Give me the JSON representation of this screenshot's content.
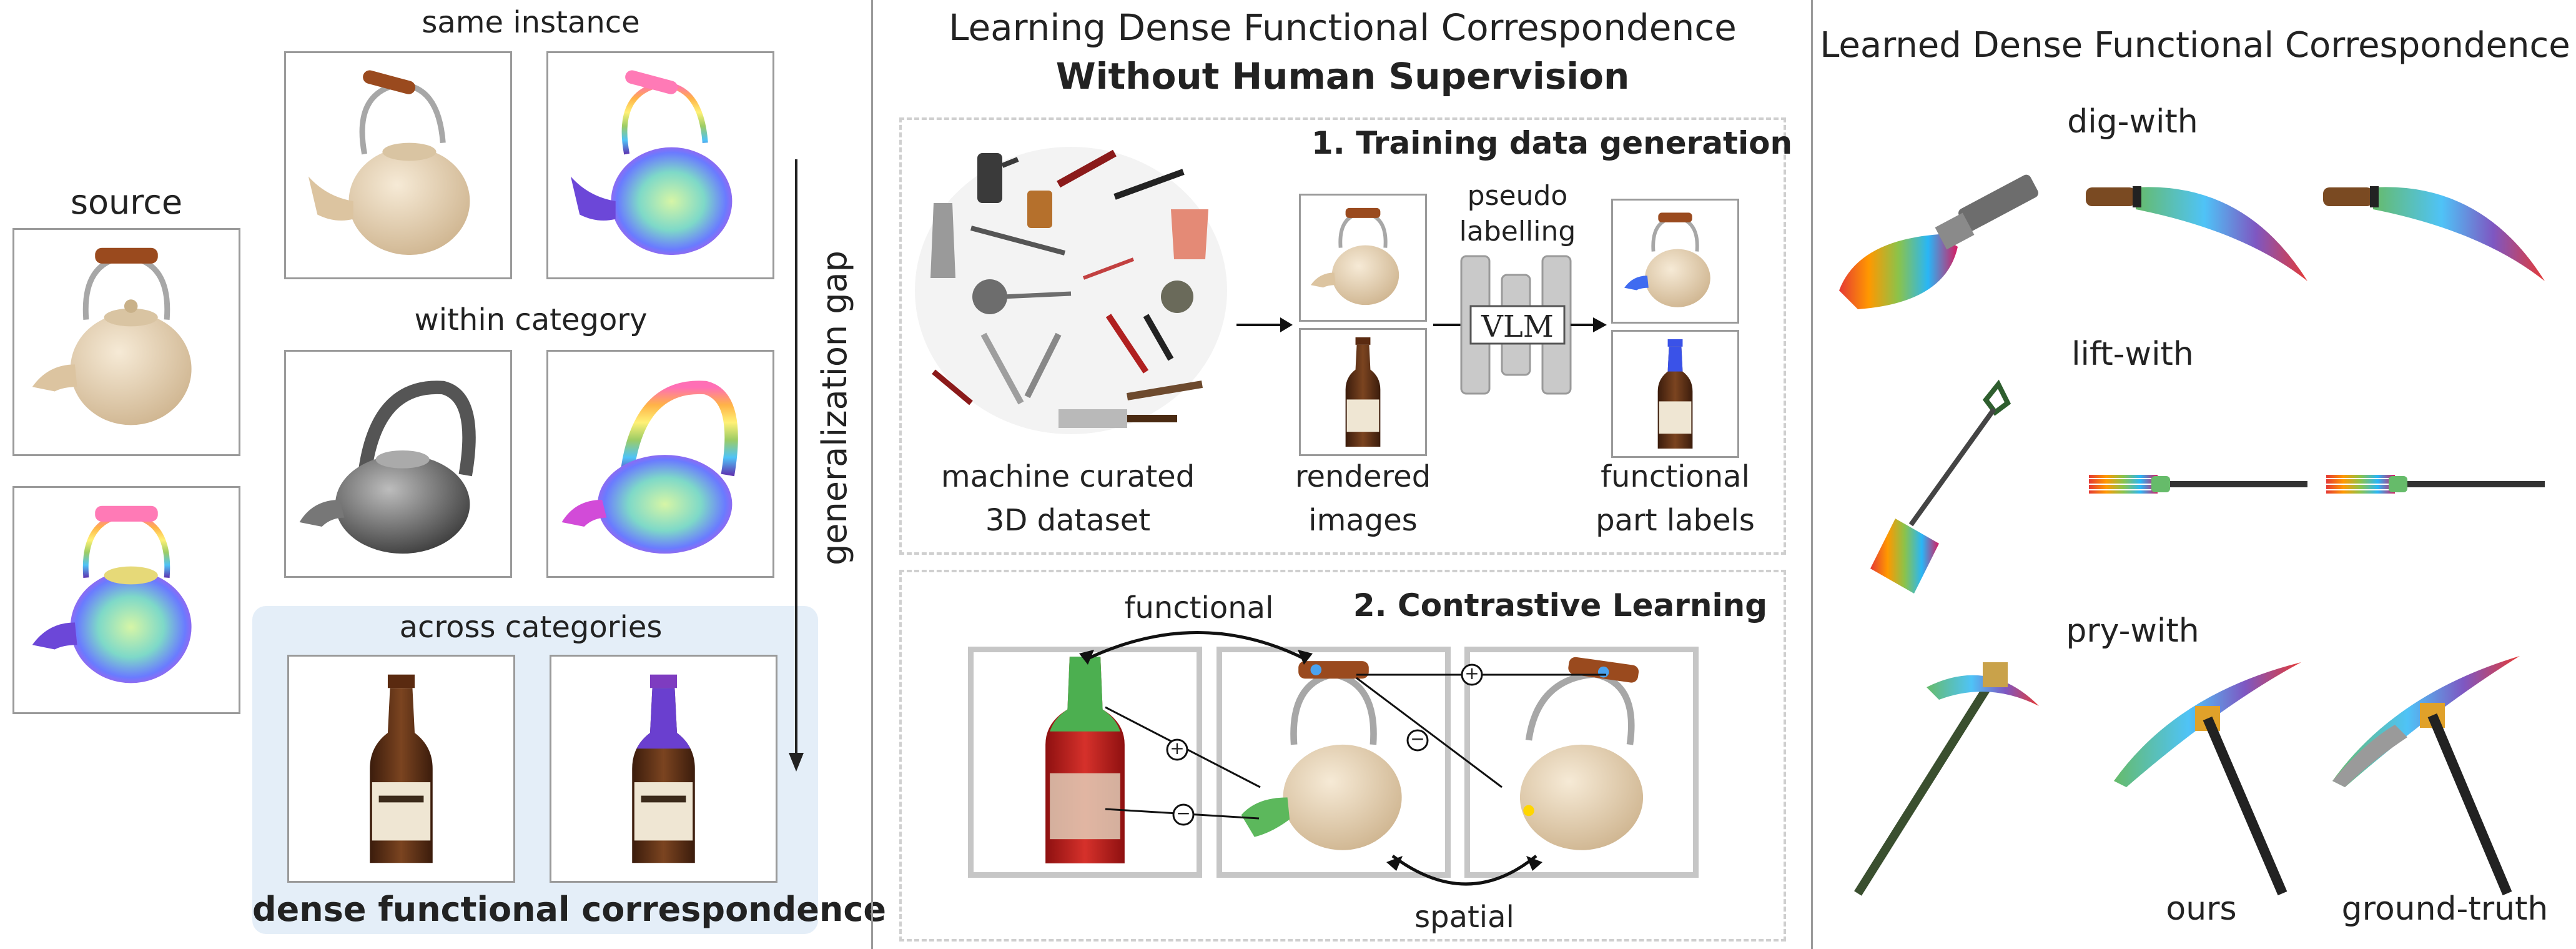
{
  "left": {
    "source_label": "source",
    "same_instance_label": "same instance",
    "within_category_label": "within category",
    "across_categories_label": "across categories",
    "gap_label": "generalization gap",
    "caption": "dense functional correspondence"
  },
  "middle": {
    "title_line1": "Learning Dense Functional Correspondence",
    "title_line2": "Without Human Supervision",
    "step1_title": "1. Training data generation",
    "dataset_label_line1": "machine curated",
    "dataset_label_line2": "3D dataset",
    "rendered_label_line1": "rendered",
    "rendered_label_line2": "images",
    "pseudo_label_line1": "pseudo",
    "pseudo_label_line2": "labelling",
    "vlm_label": "VLM",
    "labels_label_line1": "functional",
    "labels_label_line2": "part labels",
    "step2_title": "2. Contrastive Learning",
    "functional_label": "functional",
    "spatial_label": "spatial",
    "plus_symbol": "+",
    "minus_symbol": "−"
  },
  "right": {
    "title": "Learned Dense Functional Correspondence",
    "row1_label": "dig-with",
    "row2_label": "lift-with",
    "row3_label": "pry-with",
    "col_ours": "ours",
    "col_gt": "ground-truth"
  },
  "colors": {
    "accent_blue_bg": "#e4eef8",
    "frame_gray": "#9a9a9a",
    "dashed_gray": "#cfcfcf",
    "handle_brown": "#9a4a1e",
    "kettle_cream": "#e8d5b5",
    "bottle_brown": "#6b3a1c",
    "rainbow": [
      "#e53935",
      "#ff9800",
      "#ffeb3b",
      "#66bb6a",
      "#29b6f6",
      "#5e35b1",
      "#d81b60"
    ]
  }
}
